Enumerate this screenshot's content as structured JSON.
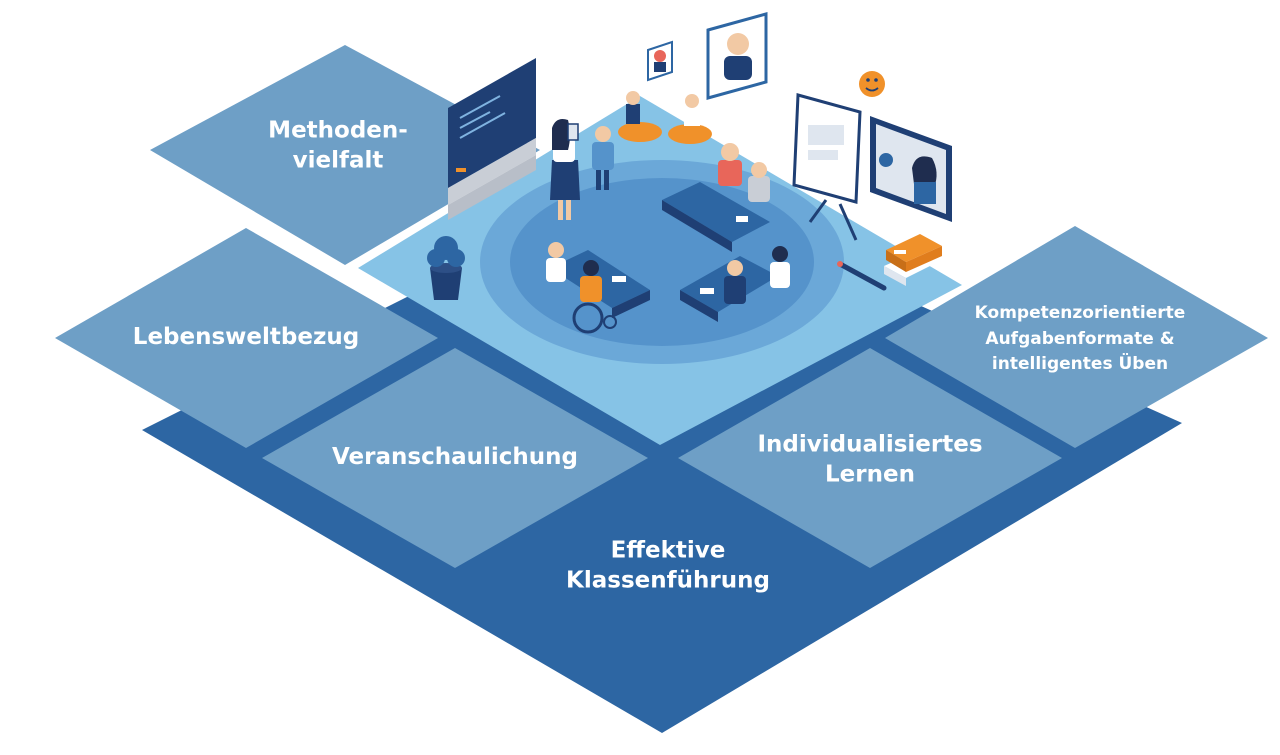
{
  "colors": {
    "base": "#2d66a3",
    "tile": "#6e9fc6",
    "floor": "#86c3e6",
    "rug_outer": "#6ba8d8",
    "rug_inner": "#5593cb",
    "navy": "#1f3f74",
    "orange": "#f0912a"
  },
  "tiles": {
    "methoden": {
      "lines": [
        "Methoden-",
        "vielfalt"
      ]
    },
    "lebenswelt": {
      "lines": [
        "Lebensweltbezug"
      ]
    },
    "veranschaulichung": {
      "lines": [
        "Veranschaulichung"
      ]
    },
    "kompetenz": {
      "lines": [
        "Kompetenzorientierte",
        "Aufgabenformate &",
        "intelligentes Üben"
      ]
    },
    "individualisiert": {
      "lines": [
        "Individualisiertes",
        "Lernen"
      ]
    },
    "effektive": {
      "lines": [
        "Effektive",
        "Klassenführung"
      ]
    }
  },
  "illustration": {
    "icons": [
      "blackboard-icon",
      "teacher-icon",
      "student-icon",
      "plant-icon",
      "flipchart-icon",
      "video-call-icon",
      "smiley-icon",
      "books-icon",
      "pen-icon",
      "wheelchair-icon",
      "avatar-icon"
    ]
  }
}
